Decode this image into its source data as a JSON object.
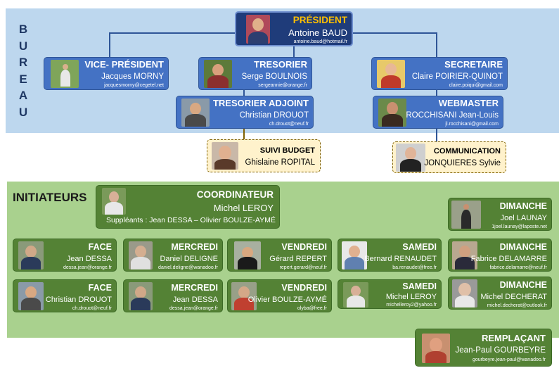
{
  "bureau": {
    "letters": [
      "B",
      "U",
      "R",
      "E",
      "A",
      "U"
    ],
    "president": {
      "role": "PRÉSIDENT",
      "name": "Antoine BAUD",
      "email": "antoine.baud@hotmail.fr"
    },
    "vice_president": {
      "role": "VICE- PRÉSIDENT",
      "name": "Jacques MORNY",
      "email": "jacquesmorny@cegetel.net"
    },
    "tresorier": {
      "role": "TRESORIER",
      "name": "Serge BOULNOIS",
      "email": "sergeannie@orange.fr"
    },
    "secretaire": {
      "role": "SECRETAIRE",
      "name": "Claire POIRIER-QUINOT",
      "email": "claire.poiqui@gmail.com"
    },
    "tresorier_adjoint": {
      "role": "TRESORIER ADJOINT",
      "name": "Christian DROUOT",
      "email": "ch.drouot@neuf.fr"
    },
    "webmaster": {
      "role": "WEBMASTER",
      "name": "ROCCHISANI Jean-Louis",
      "email": "jl.rocchisani@gmail.com"
    },
    "suivi_budget": {
      "role": "SUIVI BUDGET",
      "name": "Ghislaine ROPITAL"
    },
    "communication": {
      "role": "COMMUNICATION",
      "name": "JONQUIERES Sylvie"
    }
  },
  "initiateurs": {
    "title": "INITIATEURS",
    "coordinateur": {
      "role": "COORDINATEUR",
      "name": "Michel LEROY",
      "suppleants": "Suppléants : Jean DESSA – Olivier BOULZE-AYMÉ"
    },
    "dimanche_top": {
      "role": "DIMANCHE",
      "name": "Joel LAUNAY",
      "email": "1joel.launay@laposte.net"
    },
    "row1": [
      {
        "role": "FACE",
        "name": "Jean DESSA",
        "email": "dessa.jean@orange.fr"
      },
      {
        "role": "MERCREDI",
        "name": "Daniel DELIGNE",
        "email": "daniel.deligne@wanadoo.fr"
      },
      {
        "role": "VENDREDI",
        "name": "Gérard REPERT",
        "email": "repert.gerard@neuf.fr"
      },
      {
        "role": "SAMEDI",
        "name": "Bernard RENAUDET",
        "email": "ba.renaudet@free.fr"
      },
      {
        "role": "DIMANCHE",
        "name": "Fabrice DELAMARRE",
        "email": "fabrice.delamarre@neuf.fr"
      }
    ],
    "row2": [
      {
        "role": "FACE",
        "name": "Christian DROUOT",
        "email": "ch.drouot@neuf.fr"
      },
      {
        "role": "MERCREDI",
        "name": "Jean DESSA",
        "email": "dessa.jean@orange.fr"
      },
      {
        "role": "VENDREDI",
        "name": "Olivier BOULZE-AYMÉ",
        "email": "olyba@free.fr"
      },
      {
        "role": "SAMEDI",
        "name": "Michel LEROY",
        "email": "michelleroy2@yahoo.fr"
      },
      {
        "role": "DIMANCHE",
        "name": "Michel DECHERAT",
        "email": "michel.decherat@outlook.fr"
      }
    ]
  },
  "remplacant": {
    "role": "REMPLAÇANT",
    "name": "Jean-Paul GOURBEYRE",
    "email": "gourbeyre.jean-paul@wanadoo.fr"
  },
  "colors": {
    "bureau_bg": "#bdd7ee",
    "initiateurs_bg": "#a9d18e",
    "card_blue": "#4472c4",
    "card_navy": "#1f3c7a",
    "card_green": "#548235",
    "card_cream": "#fff2cc",
    "president_role": "#ffc000"
  }
}
